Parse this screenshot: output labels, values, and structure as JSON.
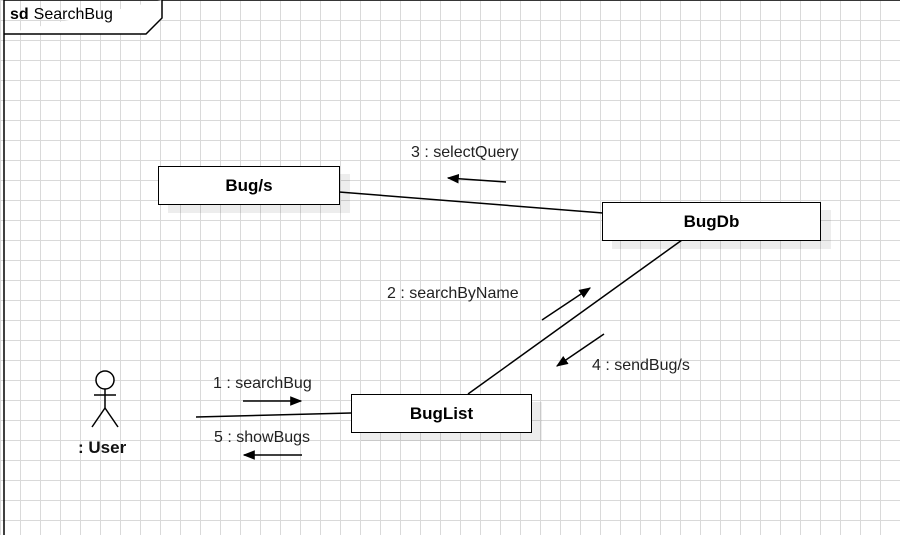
{
  "frame": {
    "keyword": "sd",
    "name": "SearchBug"
  },
  "actor": {
    "label": ": User"
  },
  "objects": {
    "bugs": "Bug/s",
    "bugdb": "BugDb",
    "buglist": "BugList"
  },
  "messages": {
    "m1": "1 : searchBug",
    "m2": "2 : searchByName",
    "m3": "3 : selectQuery",
    "m4": "4 : sendBug/s",
    "m5": "5 : showBugs"
  }
}
